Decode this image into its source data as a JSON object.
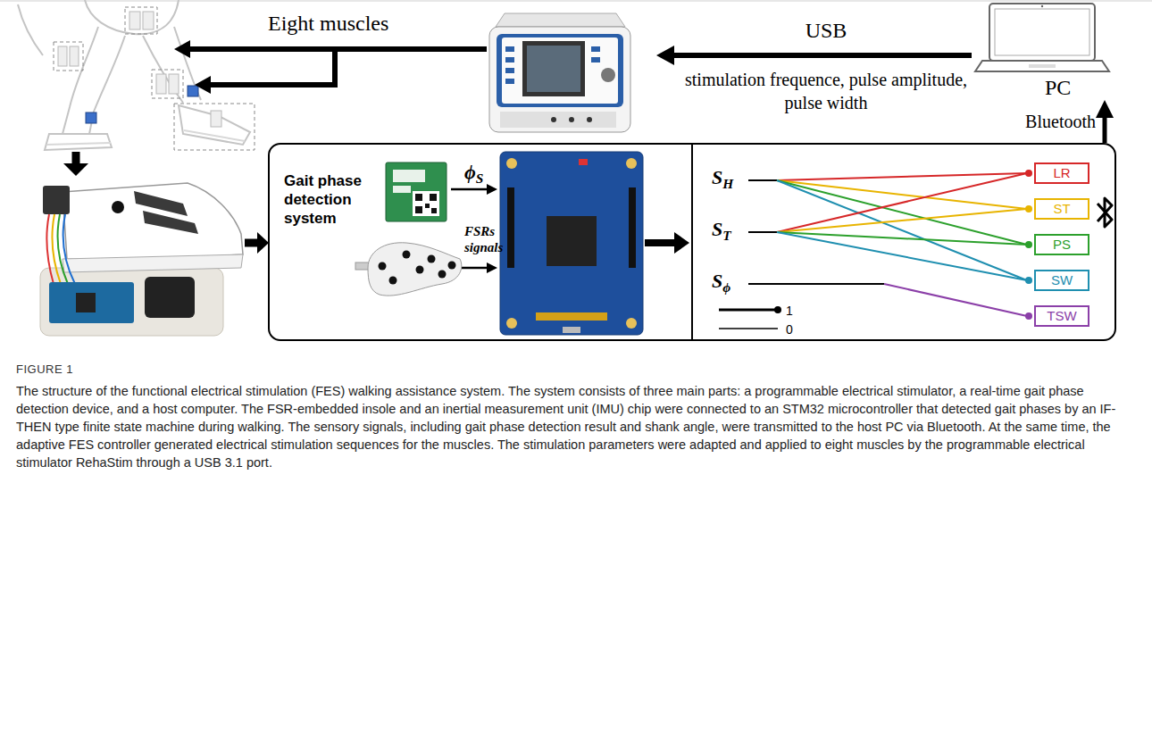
{
  "diagram": {
    "caption": "The structure of the functional electrical stimulation (FES) walking assistance system. The system consists of three main parts: a programmable electrical stimulator, a real-time gait phase detection device, and a host computer. The FSR-embedded insole and an inertial measurement unit (IMU) chip were connected to an STM32 microcontroller that detected gait phases by an IF-THEN type finite state machine during walking. The sensory signals, including gait phase detection result and shank angle, were transmitted to the host PC via Bluetooth. At the same time, the adaptive FES controller generated electrical stimulation sequences for the muscles. The stimulation parameters were adapted and applied to eight muscles by the programmable electrical stimulator RehaStim through a USB 3.1 port.",
    "nodes": [
      {
        "text": [
          "PC"
        ]
      },
      {
        "text": [
          "Gait phase detection system"
        ]
      },
      {
        "text": [
          "LR"
        ],
        "in": 1
      },
      {
        "text": [
          "ST"
        ],
        "in": 1
      },
      {
        "text": [
          "PS"
        ],
        "in": 1
      },
      {
        "text": [
          "SW"
        ],
        "in": 1
      },
      {
        "text": [
          "TSW"
        ],
        "in": 1
      }
    ],
    "edges": [
      {
        "from": 1,
        "to": 0,
        "label": "Bluetooth",
        "arrow": "to"
      }
    ],
    "labels": [
      "Eight muscles",
      "USB",
      "stimulation frequence, pulse amplitude, pulse width",
      "ϕS",
      "FSRs signals",
      "SH",
      "ST",
      "Sϕ",
      "FIGURE 1"
    ],
    "legend": [
      {
        "text": "1"
      },
      {
        "text": "0"
      }
    ]
  }
}
